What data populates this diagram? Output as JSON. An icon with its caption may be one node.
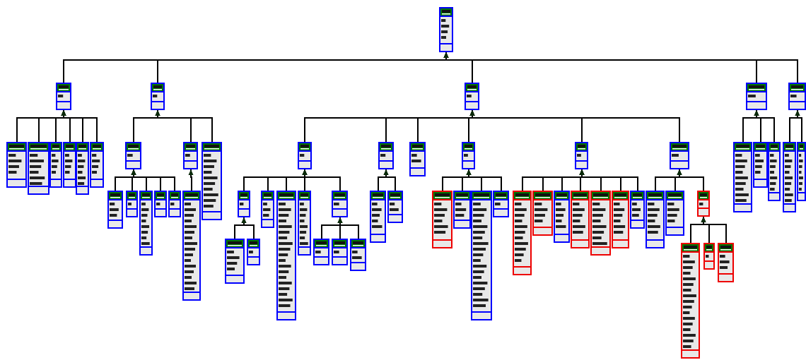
{
  "diagram": {
    "nodes": [
      {
        "text": [],
        "shape": "box"
      },
      {
        "text": [],
        "shape": "box"
      },
      {
        "text": [],
        "shape": "box"
      },
      {
        "text": [],
        "shape": "box"
      },
      {
        "text": [],
        "shape": "box"
      },
      {
        "text": [],
        "shape": "box"
      },
      {
        "text": [],
        "shape": "box"
      },
      {
        "text": [],
        "shape": "box"
      },
      {
        "text": [],
        "shape": "box"
      },
      {
        "text": [],
        "shape": "box"
      },
      {
        "text": [],
        "shape": "box"
      },
      {
        "text": [],
        "shape": "box"
      },
      {
        "text": [],
        "shape": "box"
      },
      {
        "text": [],
        "shape": "box"
      },
      {
        "text": [],
        "shape": "box"
      },
      {
        "text": [],
        "shape": "box"
      },
      {
        "text": [],
        "shape": "box"
      },
      {
        "text": [],
        "shape": "box"
      },
      {
        "text": [],
        "shape": "box"
      },
      {
        "text": [],
        "shape": "box"
      },
      {
        "text": [],
        "shape": "box"
      },
      {
        "text": [],
        "shape": "box"
      },
      {
        "text": [],
        "shape": "box"
      },
      {
        "text": [],
        "shape": "box"
      },
      {
        "text": [],
        "shape": "box"
      },
      {
        "text": [],
        "shape": "box"
      },
      {
        "text": [],
        "shape": "box"
      },
      {
        "text": [],
        "shape": "box"
      },
      {
        "text": [],
        "shape": "box"
      },
      {
        "text": [],
        "shape": "box"
      },
      {
        "text": [],
        "shape": "box"
      },
      {
        "text": [],
        "shape": "box"
      },
      {
        "text": [],
        "shape": "box"
      },
      {
        "text": [],
        "shape": "box"
      },
      {
        "text": [],
        "shape": "box"
      },
      {
        "text": [],
        "shape": "box"
      },
      {
        "text": [],
        "shape": "box"
      },
      {
        "text": [],
        "shape": "box"
      },
      {
        "text": [],
        "shape": "box"
      },
      {
        "text": [],
        "shape": "box"
      },
      {
        "text": [],
        "shape": "box"
      },
      {
        "text": [],
        "shape": "box"
      },
      {
        "text": [],
        "shape": "box"
      },
      {
        "text": [],
        "shape": "box"
      },
      {
        "text": [],
        "shape": "box"
      },
      {
        "text": [],
        "shape": "box"
      },
      {
        "text": [],
        "shape": "box"
      },
      {
        "text": [],
        "shape": "box"
      },
      {
        "text": [],
        "shape": "box"
      },
      {
        "text": [],
        "shape": "box"
      },
      {
        "text": [],
        "shape": "box"
      },
      {
        "text": [],
        "shape": "box"
      },
      {
        "text": [],
        "shape": "box"
      },
      {
        "text": [],
        "shape": "box"
      },
      {
        "text": [],
        "shape": "box"
      },
      {
        "text": [],
        "shape": "box"
      },
      {
        "text": [],
        "shape": "box"
      },
      {
        "text": [],
        "shape": "box"
      },
      {
        "text": [],
        "shape": "box"
      },
      {
        "text": [],
        "shape": "box"
      },
      {
        "text": [],
        "shape": "box"
      }
    ],
    "edges": [
      {
        "from": 1,
        "to": 0,
        "arrow": "to"
      },
      {
        "from": 2,
        "to": 0,
        "arrow": "to"
      },
      {
        "from": 3,
        "to": 0,
        "arrow": "to"
      },
      {
        "from": 4,
        "to": 0,
        "arrow": "to"
      },
      {
        "from": 5,
        "to": 0,
        "arrow": "to"
      },
      {
        "from": 6,
        "to": 1,
        "arrow": "to"
      },
      {
        "from": 7,
        "to": 1,
        "arrow": "to"
      },
      {
        "from": 8,
        "to": 1,
        "arrow": "to"
      },
      {
        "from": 9,
        "to": 1,
        "arrow": "to"
      },
      {
        "from": 10,
        "to": 1,
        "arrow": "to"
      },
      {
        "from": 11,
        "to": 1,
        "arrow": "to"
      },
      {
        "from": 12,
        "to": 2,
        "arrow": "to"
      },
      {
        "from": 13,
        "to": 2,
        "arrow": "to"
      },
      {
        "from": 14,
        "to": 2,
        "arrow": "to"
      },
      {
        "from": 15,
        "to": 3,
        "arrow": "to"
      },
      {
        "from": 16,
        "to": 3,
        "arrow": "to"
      },
      {
        "from": 17,
        "to": 3,
        "arrow": "to"
      },
      {
        "from": 18,
        "to": 3,
        "arrow": "to"
      },
      {
        "from": 19,
        "to": 3,
        "arrow": "to"
      },
      {
        "from": 20,
        "to": 3,
        "arrow": "to"
      },
      {
        "from": 21,
        "to": 4,
        "arrow": "to"
      },
      {
        "from": 22,
        "to": 4,
        "arrow": "to"
      },
      {
        "from": 23,
        "to": 4,
        "arrow": "to"
      },
      {
        "from": 24,
        "to": 5,
        "arrow": "to"
      },
      {
        "from": 25,
        "to": 5,
        "arrow": "to"
      },
      {
        "from": 26,
        "to": 12,
        "arrow": "to"
      },
      {
        "from": 27,
        "to": 12,
        "arrow": "to"
      },
      {
        "from": 28,
        "to": 12,
        "arrow": "to"
      },
      {
        "from": 29,
        "to": 12,
        "arrow": "to"
      },
      {
        "from": 30,
        "to": 12,
        "arrow": "to"
      },
      {
        "from": 31,
        "to": 13,
        "arrow": "to"
      },
      {
        "from": 32,
        "to": 15,
        "arrow": "to"
      },
      {
        "from": 33,
        "to": 15,
        "arrow": "to"
      },
      {
        "from": 34,
        "to": 15,
        "arrow": "to"
      },
      {
        "from": 35,
        "to": 15,
        "arrow": "to"
      },
      {
        "from": 36,
        "to": 15,
        "arrow": "to"
      },
      {
        "from": 37,
        "to": 16,
        "arrow": "to"
      },
      {
        "from": 38,
        "to": 16,
        "arrow": "to"
      },
      {
        "from": 39,
        "to": 18,
        "arrow": "to"
      },
      {
        "from": 40,
        "to": 18,
        "arrow": "to"
      },
      {
        "from": 41,
        "to": 18,
        "arrow": "to"
      },
      {
        "from": 42,
        "to": 18,
        "arrow": "to"
      },
      {
        "from": 43,
        "to": 19,
        "arrow": "to"
      },
      {
        "from": 44,
        "to": 19,
        "arrow": "to"
      },
      {
        "from": 45,
        "to": 19,
        "arrow": "to"
      },
      {
        "from": 46,
        "to": 19,
        "arrow": "to"
      },
      {
        "from": 47,
        "to": 19,
        "arrow": "to"
      },
      {
        "from": 48,
        "to": 19,
        "arrow": "to"
      },
      {
        "from": 49,
        "to": 19,
        "arrow": "to"
      },
      {
        "from": 50,
        "to": 20,
        "arrow": "to"
      },
      {
        "from": 51,
        "to": 20,
        "arrow": "to"
      },
      {
        "from": 52,
        "to": 20,
        "arrow": "to"
      },
      {
        "from": 53,
        "to": 32,
        "arrow": "to"
      },
      {
        "from": 54,
        "to": 32,
        "arrow": "to"
      },
      {
        "from": 55,
        "to": 36,
        "arrow": "to"
      },
      {
        "from": 56,
        "to": 36,
        "arrow": "to"
      },
      {
        "from": 57,
        "to": 36,
        "arrow": "to"
      },
      {
        "from": 58,
        "to": 52,
        "arrow": "to"
      },
      {
        "from": 59,
        "to": 52,
        "arrow": "to"
      },
      {
        "from": 60,
        "to": 52,
        "arrow": "to"
      }
    ]
  }
}
